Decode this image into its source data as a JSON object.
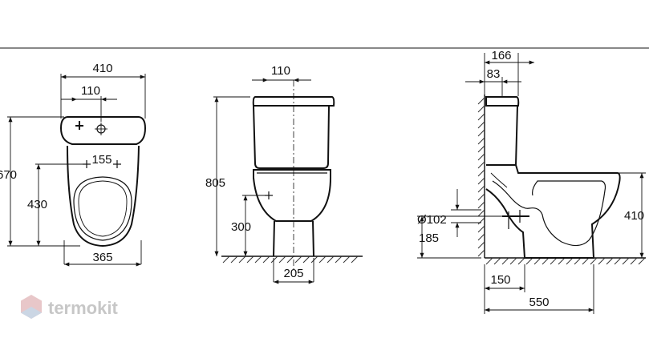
{
  "top_view": {
    "dim_overall_width": "410",
    "dim_pipe_offset": "110",
    "dim_overall_depth": "670",
    "dim_fixing_depth": "430",
    "dim_fixing_spacing": "155",
    "dim_base_width": "365"
  },
  "front_view": {
    "dim_pipe_offset": "110",
    "dim_total_height": "805",
    "dim_inlet_height": "300",
    "dim_foot_width": "205"
  },
  "side_view": {
    "dim_tank_depth": "166",
    "dim_pipe_offset": "83",
    "dim_outlet_diameter": "Ø102",
    "dim_outlet_height": "185",
    "dim_bowl_height": "410",
    "dim_outlet_setback": "150",
    "dim_total_depth": "550"
  },
  "watermark": {
    "text": "termokit",
    "color_primary": "#e8c7c9",
    "color_secondary": "#c9d7e6"
  }
}
